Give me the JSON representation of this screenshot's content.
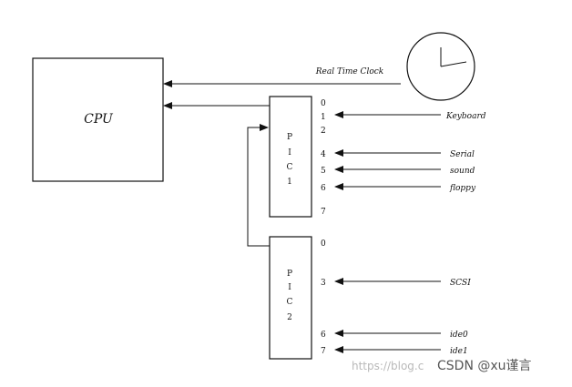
{
  "cpu": {
    "label": "CPU"
  },
  "clock": {
    "label": "Real Time Clock"
  },
  "pic1": {
    "label": [
      "P",
      "I",
      "C",
      "1"
    ],
    "pins": [
      {
        "pin": "0",
        "device": ""
      },
      {
        "pin": "1",
        "device": "Keyboard"
      },
      {
        "pin": "2",
        "device": ""
      },
      {
        "pin": "4",
        "device": "Serial"
      },
      {
        "pin": "5",
        "device": "sound"
      },
      {
        "pin": "6",
        "device": "floppy"
      },
      {
        "pin": "7",
        "device": ""
      }
    ]
  },
  "pic2": {
    "label": [
      "P",
      "I",
      "C",
      "2"
    ],
    "pins": [
      {
        "pin": "0",
        "device": ""
      },
      {
        "pin": "3",
        "device": "SCSI"
      },
      {
        "pin": "6",
        "device": "ide0"
      },
      {
        "pin": "7",
        "device": "ide1"
      }
    ]
  },
  "watermark": {
    "faded": "https://blog.c",
    "brand": "CSDN @xu谨言"
  }
}
